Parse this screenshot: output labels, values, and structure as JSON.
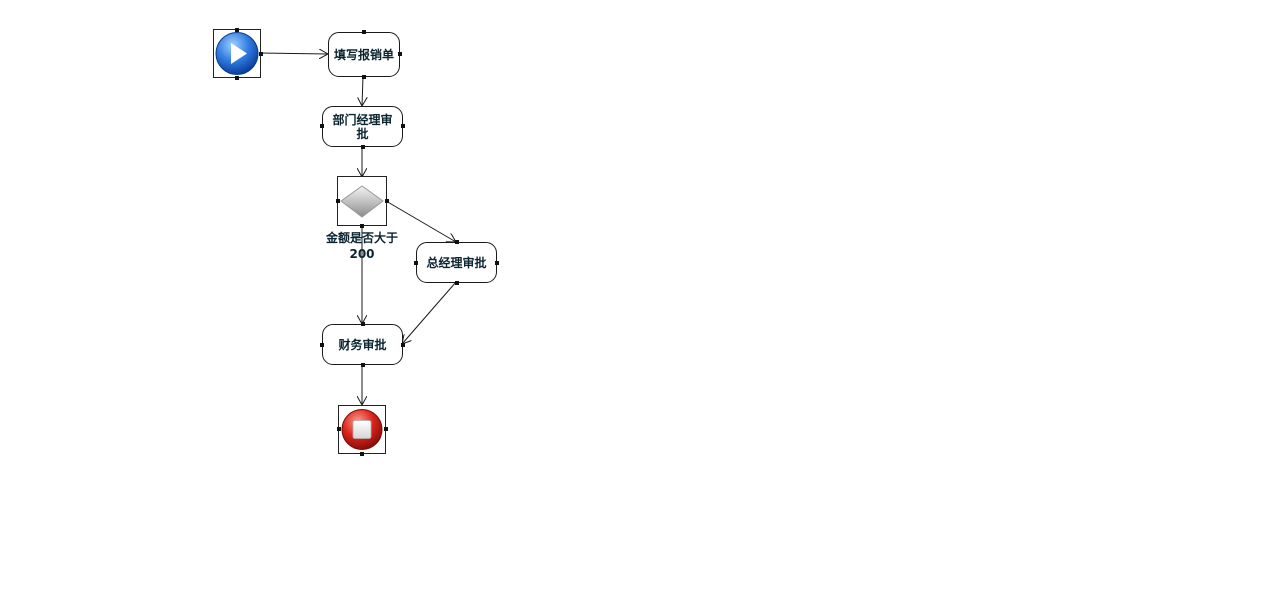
{
  "workflow": {
    "start_node": {
      "icon": "play-icon"
    },
    "nodes": {
      "fill_form": "填写报销单",
      "dept_manager": "部门经理审批",
      "general_manager": "总经理审批",
      "finance": "财务审批"
    },
    "gateway": {
      "icon": "diamond-gateway-icon",
      "label": "金额是否大于200"
    },
    "end_node": {
      "icon": "stop-icon"
    }
  },
  "colors": {
    "start": "#2f7be0",
    "end": "#d9241c",
    "text": "#0b2530",
    "line": "#1a1a1a"
  }
}
